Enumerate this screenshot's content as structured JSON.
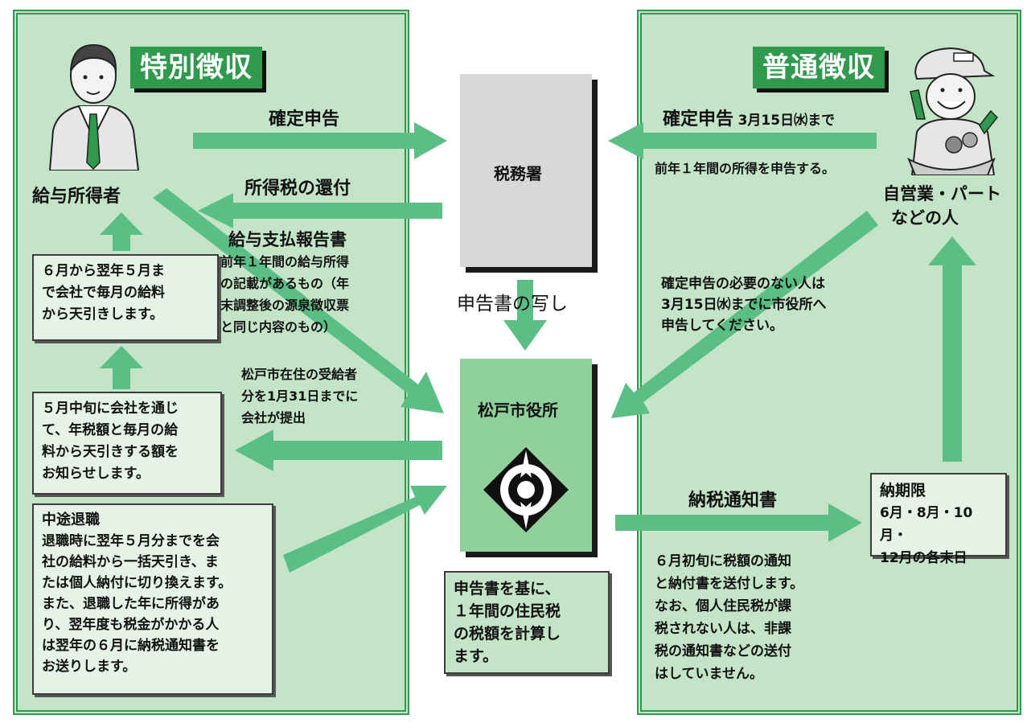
{
  "colors": {
    "panel_bg": "#c4e4c8",
    "panel_border": "#2f9a4e",
    "badge": "#2f9a4e",
    "arrow": "#5bbf85",
    "tax_office": "#d8d8d8",
    "city_hall": "#8fd09d"
  },
  "left": {
    "title": "特別徴収",
    "person_label": "給与所得者",
    "person_icon": "office-worker-icon",
    "box1": [
      "６月から翌年５月ま",
      "で会社で毎月の給料",
      "から天引きします。"
    ],
    "box2": [
      "５月中旬に会社を通じ",
      "て、年税額と毎月の給",
      "料から天引きする額を",
      "お知らせします。"
    ],
    "box3": {
      "heading": "中途退職",
      "lines": [
        "退職時に翌年５月分までを会",
        "社の給料から一括天引き、ま",
        "たは個人納付に切り換えます。",
        "また、退職した年に所得があ",
        "り、翌年度も税金がかかる人",
        "は翌年の６月に納税通知書を",
        "お送りします。"
      ]
    }
  },
  "right": {
    "title": "普通徴収",
    "person_label_lines": [
      "自営業・パート",
      "などの人"
    ],
    "person_icon": "farmer-icon",
    "deadline_box": {
      "heading": "納期限",
      "lines": [
        "6月・8月・10月・",
        "12月の各末日"
      ]
    }
  },
  "center": {
    "tax_office": "税務署",
    "city_hall": "松戸市役所",
    "city_emblem_icon": "matsudo-city-emblem-icon",
    "copy_label": "申告書の写し",
    "calc_box": [
      "申告書を基に、",
      "１年間の住民税",
      "の税額を計算し",
      "ます。"
    ]
  },
  "flows": {
    "kakutei_left": "確定申告",
    "refund": "所得税の還付",
    "salary_report_title": "給与支払報告書",
    "salary_report_lines": [
      "前年１年間の給与所得",
      "の記載があるもの（年",
      "末調整後の源泉徴収票",
      "と同じ内容のもの）"
    ],
    "submit_lines": [
      "松戸市在住の受給者",
      "分を1月31日までに",
      "会社が提出"
    ],
    "kakutei_right_main": "確定申告",
    "kakutei_right_date": "3月15日㈬まで",
    "kakutei_right_sub": "前年１年間の所得を申告する。",
    "no_kakutei_lines": [
      "確定申告の必要のない人は",
      "3月15日㈬までに市役所へ",
      "申告してください。"
    ],
    "notice_title": "納税通知書",
    "notice_lines": [
      "６月初旬に税額の通知",
      "と納付書を送付します。",
      "なお、個人住民税が課",
      "税されない人は、非課",
      "税の通知書などの送付",
      "はしていません。"
    ]
  }
}
